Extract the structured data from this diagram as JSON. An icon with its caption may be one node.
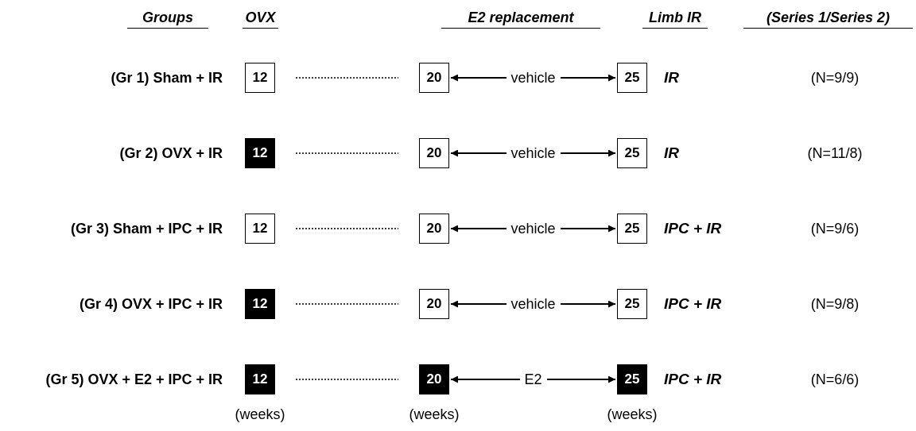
{
  "diagram": {
    "nodes": [
      {
        "text": [
          "12"
        ]
      },
      {
        "text": [
          "20"
        ]
      },
      {
        "text": [
          "25"
        ],
        "beside": [
          "IR"
        ]
      },
      {
        "text": [
          "12"
        ]
      },
      {
        "text": [
          "20"
        ]
      },
      {
        "text": [
          "25"
        ],
        "beside": [
          "IR"
        ]
      },
      {
        "text": [
          "12"
        ]
      },
      {
        "text": [
          "20"
        ]
      },
      {
        "text": [
          "25"
        ],
        "beside": [
          "IPC + IR"
        ]
      },
      {
        "text": [
          "12"
        ]
      },
      {
        "text": [
          "20"
        ]
      },
      {
        "text": [
          "25"
        ],
        "beside": [
          "IPC + IR"
        ]
      },
      {
        "text": [
          "12"
        ]
      },
      {
        "text": [
          "20"
        ]
      },
      {
        "text": [
          "25"
        ],
        "beside": [
          "IPC + IR"
        ]
      }
    ],
    "edges": [
      {
        "from": 0,
        "to": 1,
        "arrow": "none",
        "style": "dashed"
      },
      {
        "from": 1,
        "to": 2,
        "arrow": "both",
        "label": "vehicle"
      },
      {
        "from": 3,
        "to": 4,
        "arrow": "none",
        "style": "dashed"
      },
      {
        "from": 4,
        "to": 5,
        "arrow": "both",
        "label": "vehicle"
      },
      {
        "from": 6,
        "to": 7,
        "arrow": "none",
        "style": "dashed"
      },
      {
        "from": 7,
        "to": 8,
        "arrow": "both",
        "label": "vehicle"
      },
      {
        "from": 9,
        "to": 10,
        "arrow": "none",
        "style": "dashed"
      },
      {
        "from": 10,
        "to": 11,
        "arrow": "both",
        "label": "vehicle"
      },
      {
        "from": 12,
        "to": 13,
        "arrow": "none",
        "style": "dashed"
      },
      {
        "from": 13,
        "to": 14,
        "arrow": "both",
        "label": "E2"
      }
    ],
    "labels": [
      "Groups",
      "OVX",
      "E2 replacement",
      "Limb IR",
      "(Series 1/Series 2)",
      "(Gr 1) Sham + IR",
      "(N=9/9)",
      "(Gr 2) OVX + IR",
      "(N=11/8)",
      "(Gr 3) Sham + IPC + IR",
      "(N=9/6)",
      "(Gr 4) OVX + IPC + IR",
      "(N=9/8)",
      "(Gr 5) OVX + E2 + IPC + IR",
      "(N=6/6)",
      "(weeks)",
      "(weeks)",
      "(weeks)"
    ]
  }
}
